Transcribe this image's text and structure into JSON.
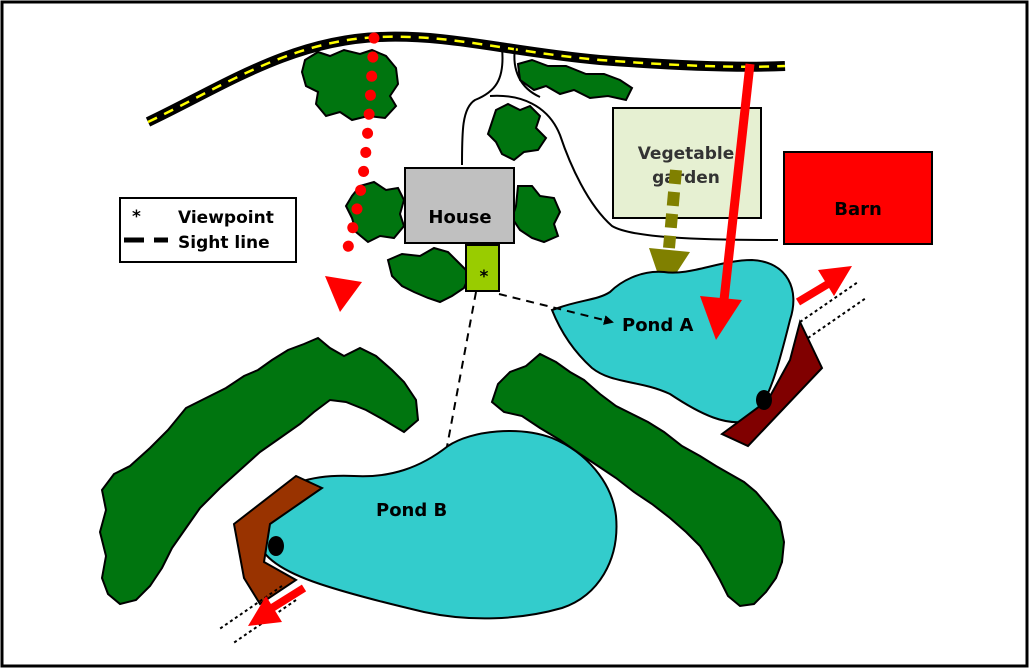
{
  "labels": {
    "house": "House",
    "vegetable_garden_line1": "Vegetable",
    "vegetable_garden_line2": "garden",
    "barn": "Barn",
    "pond_a": "Pond A",
    "pond_b": "Pond B",
    "viewpoint_marker": "*"
  },
  "legend": {
    "viewpoint_symbol": "*",
    "viewpoint_label": "Viewpoint",
    "sightline_label": "Sight line"
  },
  "colors": {
    "frame": "#000000",
    "road": "#000000",
    "road_stripe": "#ffff00",
    "tree": "#00750f",
    "house": "#c0c0c0",
    "porch": "#99cc00",
    "garden": "#e6f0d2",
    "barn": "#ff0000",
    "pond": "#33cccc",
    "dam_a": "#800000",
    "dam_b": "#993300",
    "arrow_red": "#ff0000",
    "arrow_olive": "#808000"
  }
}
